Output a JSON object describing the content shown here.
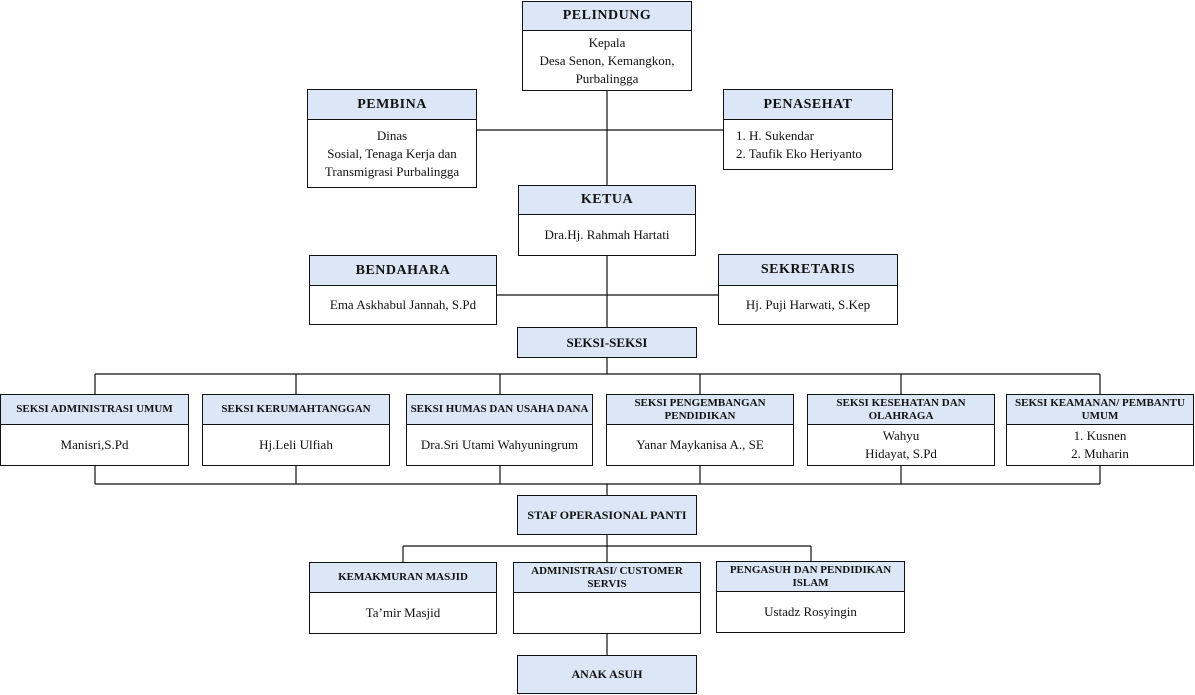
{
  "pelindung": {
    "title": "PELINDUNG",
    "lines": [
      "Kepala",
      "Desa Senon, Kemangkon,",
      "Purbalingga"
    ]
  },
  "pembina": {
    "title": "PEMBINA",
    "lines": [
      "Dinas",
      "Sosial, Tenaga Kerja dan",
      "Transmigrasi Purbalingga"
    ]
  },
  "penasehat": {
    "title": "PENASEHAT",
    "lines": [
      "1. H. Sukendar",
      "2. Taufik Eko Heriyanto"
    ]
  },
  "ketua": {
    "title": "KETUA",
    "lines": [
      "Dra.Hj. Rahmah Hartati"
    ]
  },
  "bendahara": {
    "title": "BENDAHARA",
    "lines": [
      "Ema Askhabul Jannah, S.Pd"
    ]
  },
  "sekretaris": {
    "title": "SEKRETARIS",
    "lines": [
      "Hj. Puji Harwati, S.Kep"
    ]
  },
  "seksi_seksi": {
    "title": "SEKSI-SEKSI"
  },
  "seksi": [
    {
      "title": "SEKSI ADMINISTRASI UMUM",
      "lines": [
        "Manisri,S.Pd"
      ]
    },
    {
      "title": "SEKSI KERUMAHTANGGAN",
      "lines": [
        "Hj.Leli Ulfiah"
      ]
    },
    {
      "title": "SEKSI HUMAS DAN USAHA DANA",
      "lines": [
        "Dra.Sri Utami Wahyuningrum"
      ]
    },
    {
      "title": "SEKSI PENGEMBANGAN PENDIDIKAN",
      "lines": [
        "Yanar Maykanisa A., SE"
      ]
    },
    {
      "title": "SEKSI KESEHATAN DAN OLAHRAGA",
      "lines": [
        "Wahyu",
        "Hidayat, S.Pd"
      ]
    },
    {
      "title": "SEKSI KEAMANAN/ PEMBANTU UMUM",
      "lines": [
        "1. Kusnen",
        "2.  Muharin"
      ]
    }
  ],
  "staf": {
    "title": "STAF OPERASIONAL PANTI"
  },
  "unit": [
    {
      "title": "KEMAKMURAN MASJID",
      "lines": [
        "Ta’mir Masjid"
      ]
    },
    {
      "title": "ADMINISTRASI/ CUSTOMER SERVIS",
      "lines": []
    },
    {
      "title": "PENGASUH DAN PENDIDIKAN ISLAM",
      "lines": [
        "Ustadz Rosyingin"
      ]
    }
  ],
  "anak_asuh": {
    "title": "ANAK ASUH"
  }
}
